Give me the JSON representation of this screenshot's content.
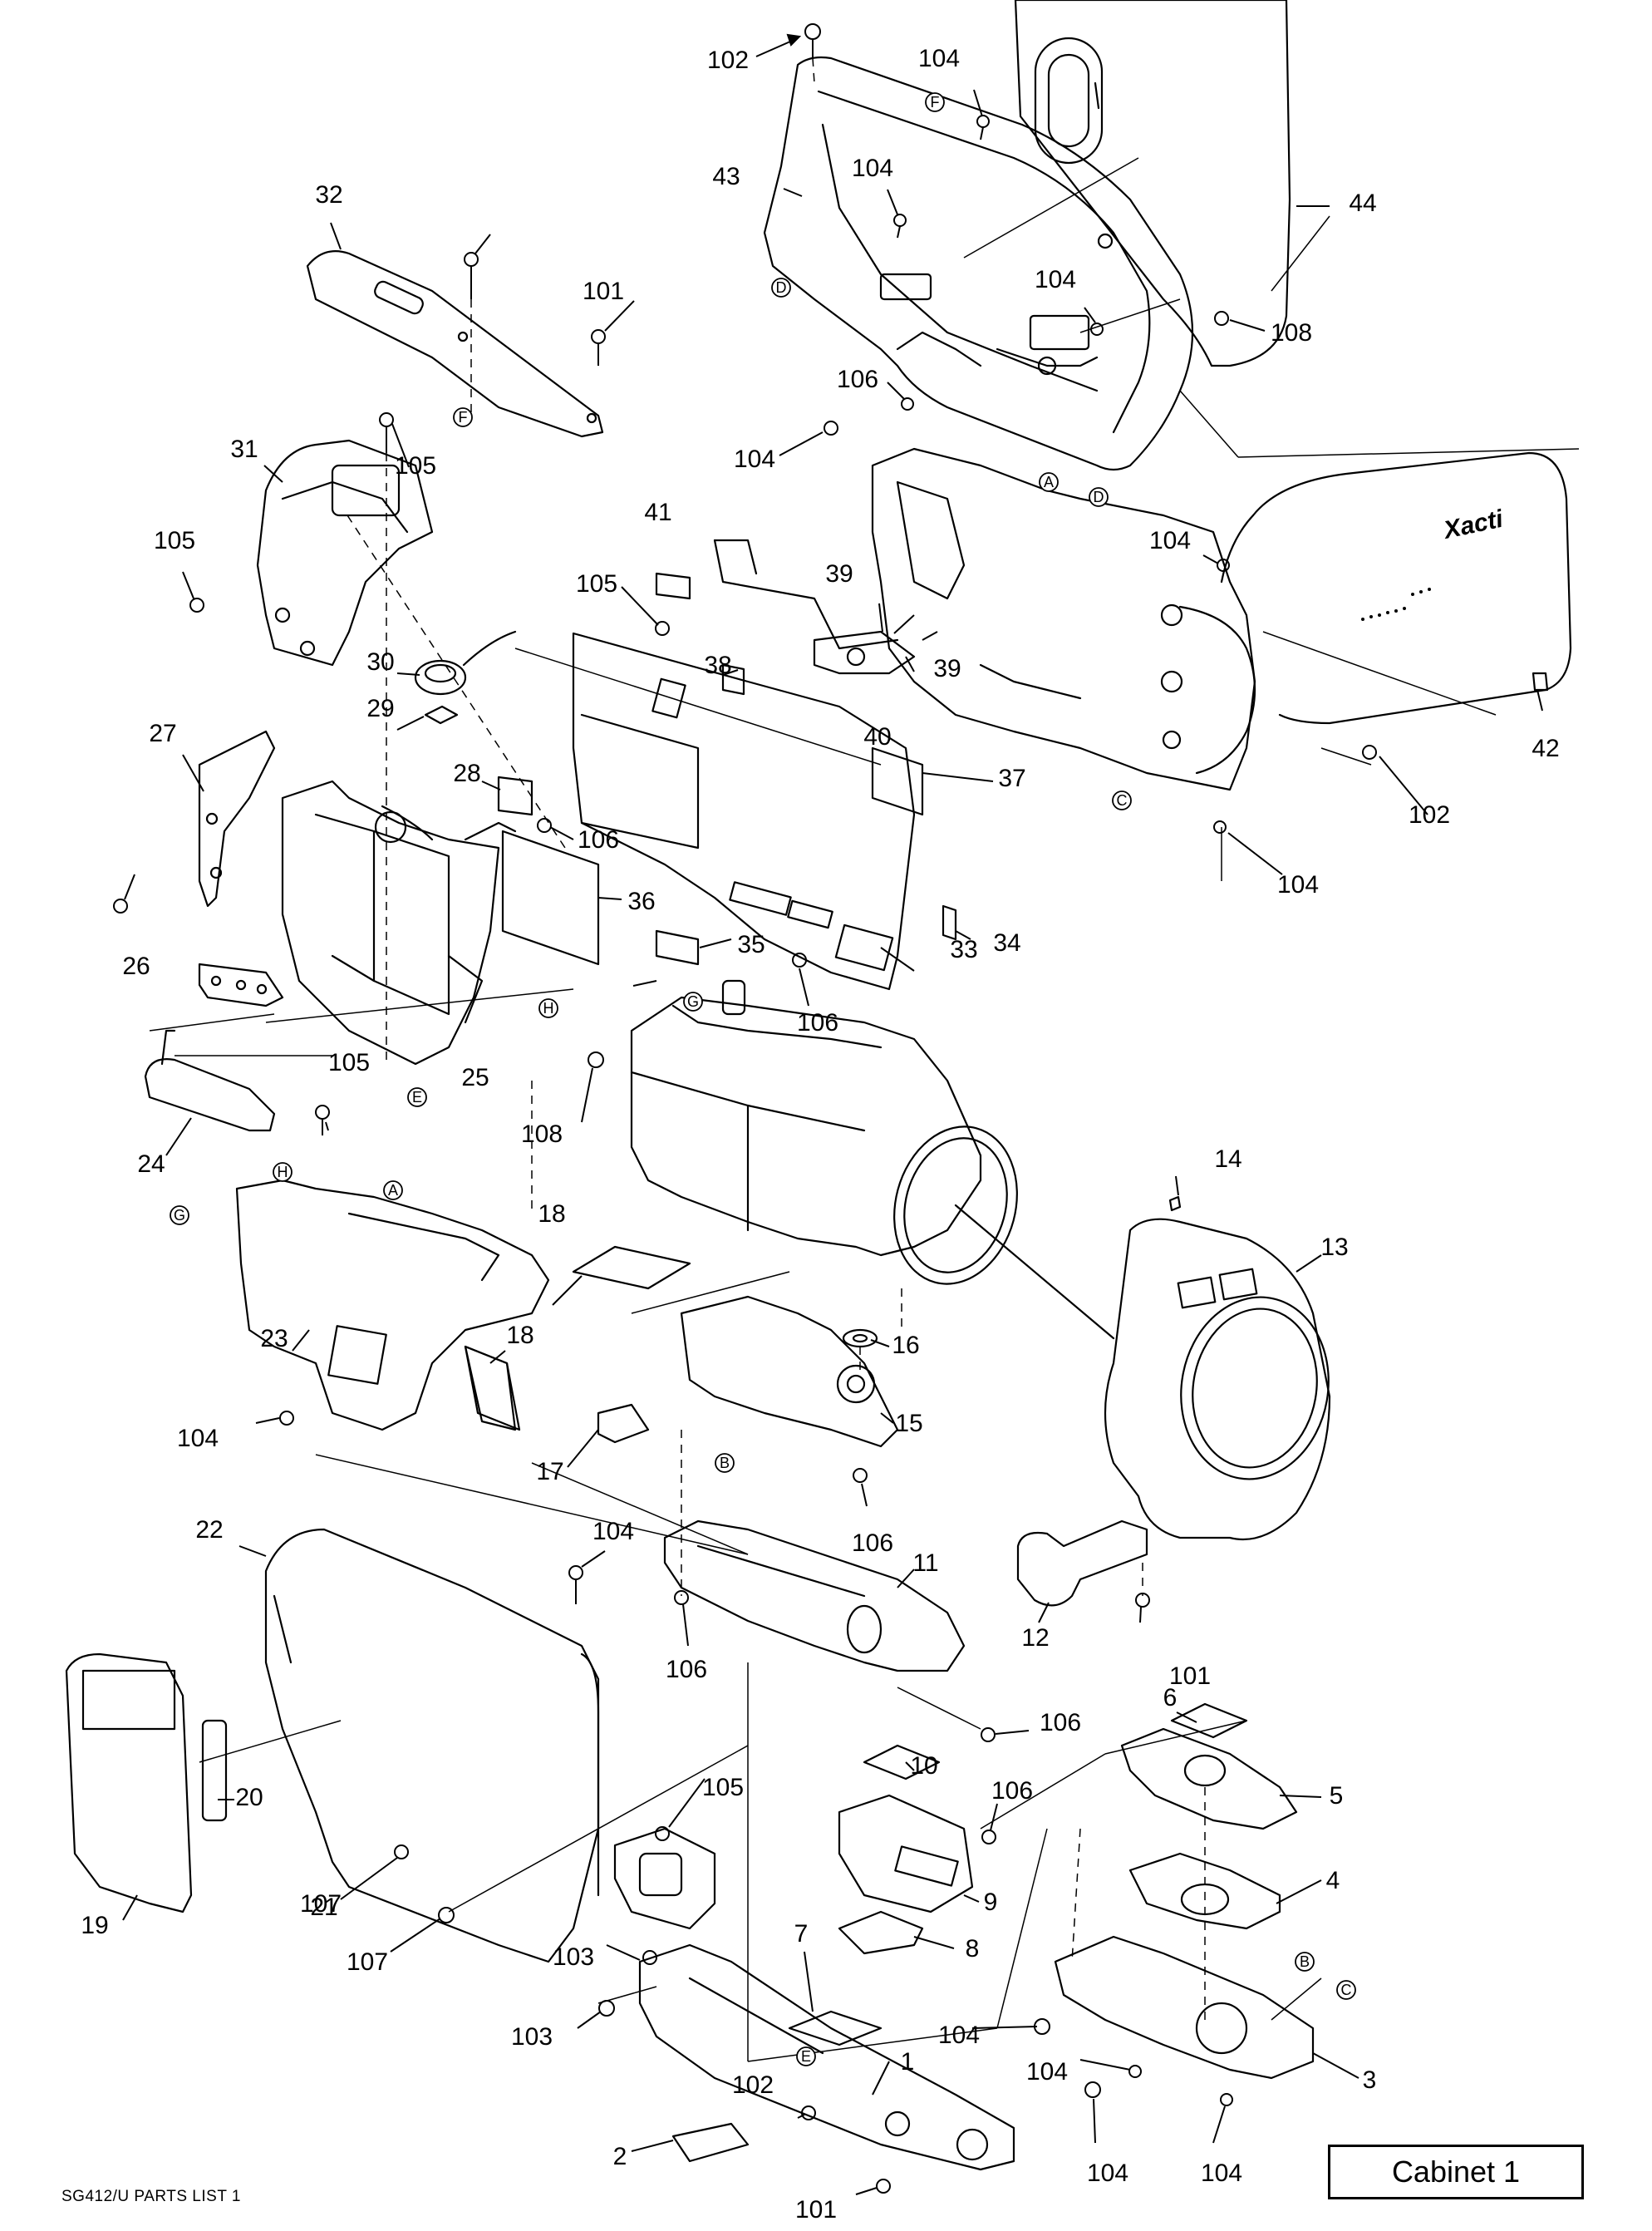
{
  "footer": {
    "doc_code": "SG412/U PARTS LIST 1",
    "section_title": "Cabinet 1"
  },
  "part_numbers": [
    "1",
    "2",
    "3",
    "4",
    "5",
    "6",
    "7",
    "8",
    "9",
    "10",
    "11",
    "12",
    "13",
    "14",
    "15",
    "16",
    "17",
    "18",
    "18",
    "19",
    "20",
    "21",
    "22",
    "23",
    "24",
    "25",
    "26",
    "27",
    "28",
    "29",
    "30",
    "31",
    "32",
    "33",
    "34",
    "35",
    "36",
    "37",
    "38",
    "39",
    "39",
    "40",
    "41",
    "42",
    "43",
    "44"
  ],
  "screw_numbers": [
    "101",
    "101",
    "101",
    "102",
    "102",
    "102",
    "103",
    "103",
    "104",
    "104",
    "104",
    "104",
    "104",
    "104",
    "104",
    "104",
    "104",
    "104",
    "104",
    "104",
    "105",
    "105",
    "105",
    "105",
    "105",
    "106",
    "106",
    "106",
    "106",
    "106",
    "106",
    "106",
    "107",
    "107",
    "108",
    "108"
  ],
  "reference_letters": [
    "A",
    "A",
    "B",
    "B",
    "C",
    "C",
    "D",
    "D",
    "E",
    "E",
    "F",
    "F",
    "G",
    "G",
    "H",
    "H"
  ],
  "product_logo": "Xacti"
}
